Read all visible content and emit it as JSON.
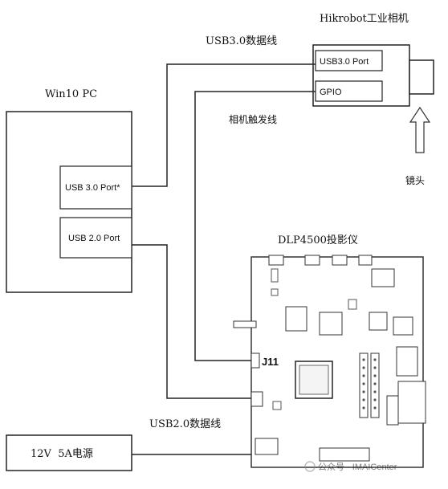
{
  "camera": {
    "title": "Hikrobot工业相机",
    "usb_port": "USB3.0 Port",
    "gpio": "GPIO",
    "lens_label": "镜头"
  },
  "pc": {
    "title": "Win10 PC",
    "usb3_port": "USB 3.0 Port*",
    "usb2_port": "USB 2.0 Port"
  },
  "links": {
    "usb3_cable": "USB3.0数据线",
    "trigger_cable": "相机触发线",
    "usb2_cable": "USB2.0数据线"
  },
  "projector": {
    "title": "DLP4500投影仪",
    "connector_label": "J11"
  },
  "power": {
    "label": "12V  5A电源"
  },
  "watermark": {
    "text": "公众号 · IMAICenter"
  }
}
